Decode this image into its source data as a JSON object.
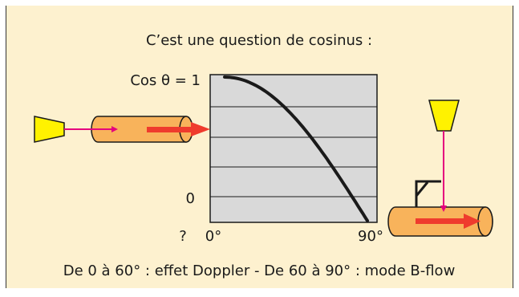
{
  "title": "C’est une question de cosinus :",
  "caption": "De 0 à 60° : effet Doppler - De 60 à 90° : mode B-flow",
  "chart": {
    "y_top_label": "Cos θ = 1",
    "y_zero_label": "0",
    "question_mark": "?",
    "x_start_label": "0°",
    "x_end_label": "90°"
  },
  "colors": {
    "background": "#FDF1CF",
    "plot_area": "#D9D9D9",
    "probe": "#FFF200",
    "vessel": "#F8B35B",
    "flow_arrow": "#EF3B2D",
    "beam": "#E5007E",
    "curve": "#1A1A1A"
  },
  "icons": {
    "left_probe": "probe-icon",
    "right_probe": "probe-icon",
    "left_vessel": "vessel-icon",
    "right_vessel": "vessel-icon"
  }
}
